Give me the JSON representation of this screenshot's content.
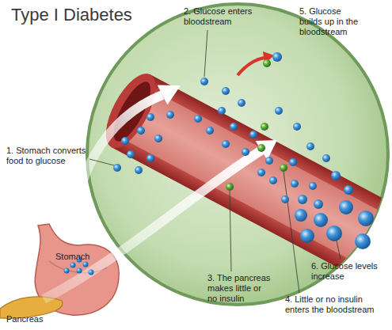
{
  "diagram": {
    "title": "Type I Diabetes",
    "labels": [
      "1. Stomach converts food to glucose",
      "2. Glucose enters bloodstream",
      "3. The pancreas makes little or no insulin",
      "4. Little or no insulin enters the bloodstream",
      "5. Glucose builds up in the bloodstream",
      "6. Glucose levels increase",
      "Stomach",
      "Pancreas"
    ]
  }
}
